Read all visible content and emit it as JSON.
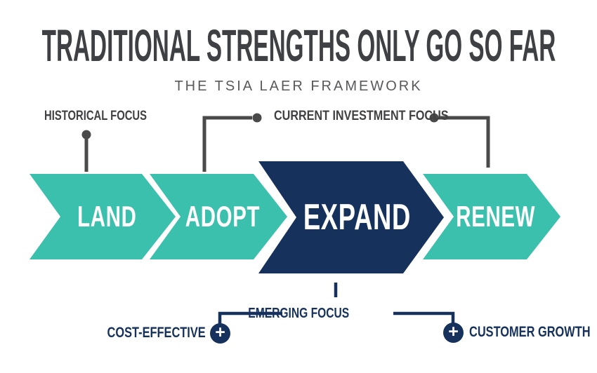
{
  "header": {
    "title": "TRADITIONAL STRENGTHS ONLY GO SO FAR",
    "subtitle": "THE TSIA LAER FRAMEWORK"
  },
  "stages": [
    {
      "label": "LAND",
      "emphasis": false
    },
    {
      "label": "ADOPT",
      "emphasis": false
    },
    {
      "label": "EXPAND",
      "emphasis": true
    },
    {
      "label": "RENEW",
      "emphasis": false
    }
  ],
  "annotations": {
    "historical_focus": "HISTORICAL FOCUS",
    "current_investment_focus": "CURRENT INVESTMENT FOCUS",
    "emerging_focus": "EMERGING FOCUS",
    "cost_effective": "COST-EFFECTIVE",
    "customer_growth": "CUSTOMER GROWTH"
  },
  "icons": {
    "plus": "+"
  },
  "colors": {
    "teal": "#3CC0AE",
    "navy": "#16325C",
    "line_gray": "#4A4A4B",
    "title_gray": "#3F4043",
    "subtitle_gray": "#58595B",
    "label_gray": "#414042",
    "background": "#FFFFFF",
    "stage_text": "#FFFFFF"
  }
}
